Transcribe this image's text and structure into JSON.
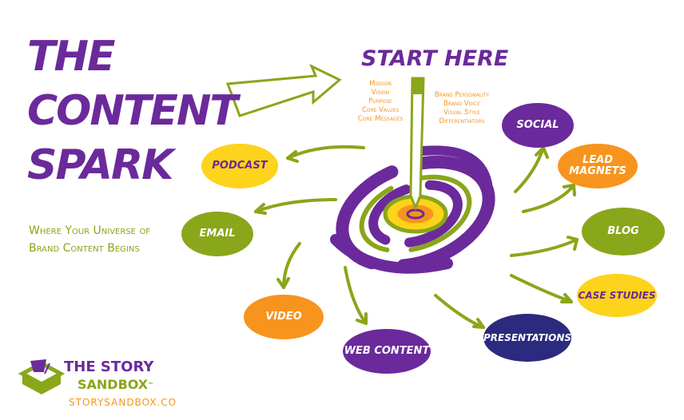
{
  "title": {
    "line1": "THE",
    "line2": "CONTENT",
    "line3": "SPARK"
  },
  "subtitle": {
    "line1": "Where Your Universe of",
    "line2": "Brand Content Begins"
  },
  "start_label": "START HERE",
  "left_list": [
    "Mission",
    "Vision",
    "Purpose",
    "Core Values",
    "Core Messages"
  ],
  "right_list": [
    "Brand Personality",
    "Brand Voice",
    "Visual Style",
    "Differentiators"
  ],
  "nodes": {
    "podcast": "PODCAST",
    "email": "EMAIL",
    "video": "VIDEO",
    "web_content": "WEB CONTENT",
    "presentations": "PRESENTATIONS",
    "case_studies": "CASE STUDIES",
    "blog": "BLOG",
    "lead_magnets": "LEAD MAGNETS",
    "social": "SOCIAL"
  },
  "logo": {
    "line1": "THE STORY",
    "line2": "SANDBOX",
    "tm": "™",
    "url": "STORYSANDBOX.CO"
  },
  "colors": {
    "purple": "#6b2a9b",
    "green": "#8aa61a",
    "orange": "#f7941d",
    "yellow": "#fdd31b",
    "navy": "#2b2a7e"
  }
}
